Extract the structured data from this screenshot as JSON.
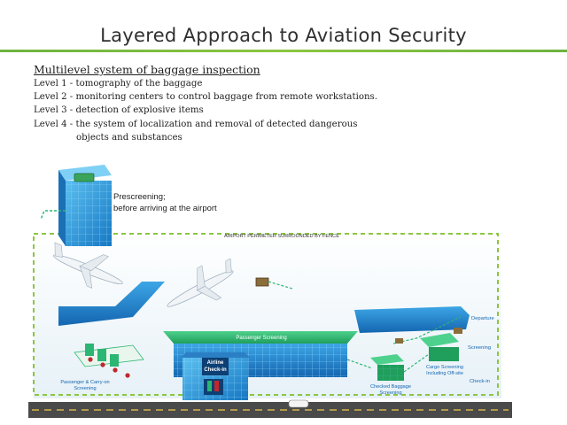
{
  "title": "Layered Approach to Aviation Security",
  "inspection": {
    "heading": "Multilevel system of baggage inspection",
    "levels": [
      "Level 1 - tomography of the baggage",
      "Level 2 - monitoring centers to control baggage from remote workstations.",
      "Level 3 - detection of explosive items",
      "Level 4 - the system of localization and removal of detected dangerous"
    ],
    "level4_continued": "objects and substances"
  },
  "diagram": {
    "prescreening_line1": "Prescreening;",
    "prescreening_line2": "before arriving at the airport",
    "perimeter_label": "AIRPORT PERIMETER SURROUNDED BY FENCE",
    "passenger_screening": "Passenger Screening",
    "departure": "Departure",
    "screening": "Screening",
    "check_in": "Check-in",
    "airline_checkin_line1": "Airline",
    "airline_checkin_line2": "Check-in",
    "passenger_carryon_line1": "Passenger & Carry-on",
    "passenger_carryon_line2": "Screening",
    "checked_baggage_line1": "Checked Baggage",
    "checked_baggage_line2": "Screening",
    "cargo_line1": "Cargo Screening",
    "cargo_line2": "Including Off-site"
  },
  "colors": {
    "accent_green": "#6db33f",
    "terminal_blue": "#1e8fd6",
    "screening_green": "#2bb673",
    "runway": "#4a4a4a"
  }
}
